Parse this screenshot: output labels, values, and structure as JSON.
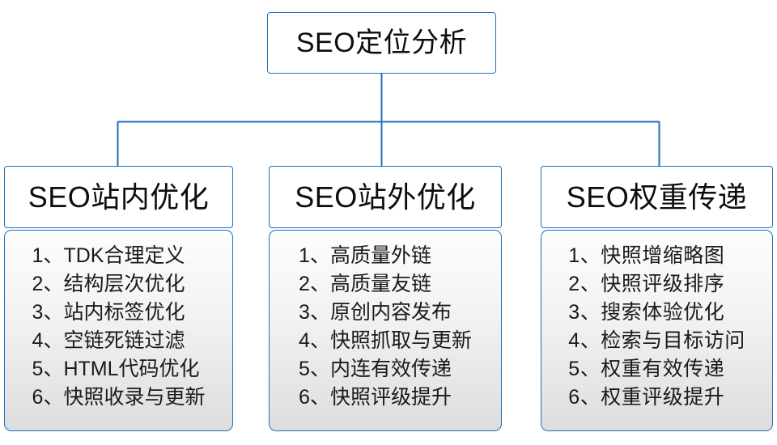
{
  "diagram": {
    "type": "org-chart",
    "title": "SEO定位分析",
    "accent_color": "#1f6fc0",
    "background_color": "#ffffff",
    "root": {
      "label": "SEO定位分析"
    },
    "branches": [
      {
        "id": "on-site",
        "header": "SEO站内优化",
        "items": [
          "1、TDK合理定义",
          "2、结构层次优化",
          "3、站内标签优化",
          "4、空链死链过滤",
          "5、HTML代码优化",
          "6、快照收录与更新"
        ]
      },
      {
        "id": "off-site",
        "header": "SEO站外优化",
        "items": [
          "1、高质量外链",
          "2、高质量友链",
          "3、原创内容发布",
          "4、快照抓取与更新",
          "5、内连有效传递",
          "6、快照评级提升"
        ]
      },
      {
        "id": "weight-transfer",
        "header": "SEO权重传递",
        "items": [
          "1、快照增缩略图",
          "2、快照评级排序",
          "3、搜索体验优化",
          "4、检索与目标访问",
          "5、权重有效传递",
          "6、权重评级提升"
        ]
      }
    ]
  }
}
